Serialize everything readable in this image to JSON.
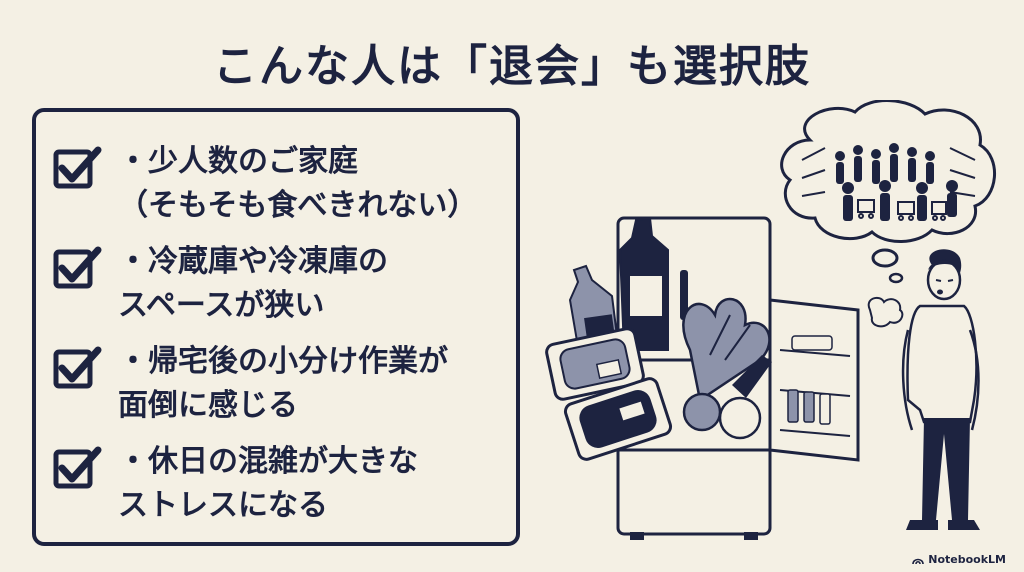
{
  "title": "こんな人は「退会」も選択肢",
  "checklist": [
    {
      "checked": true,
      "lines": [
        "・少人数のご家庭",
        "（そもそも食べきれない）"
      ]
    },
    {
      "checked": true,
      "lines": [
        "・冷蔵庫や冷凍庫の",
        "スペースが狭い"
      ]
    },
    {
      "checked": true,
      "lines": [
        "・帰宅後の小分け作業が",
        "面倒に感じる"
      ]
    },
    {
      "checked": true,
      "lines": [
        "・休日の混雑が大きな",
        "ストレスになる"
      ]
    }
  ],
  "icons": {
    "checkbox": "checkbox-checked-icon",
    "fridge": "refrigerator-icon",
    "person": "person-sighing-icon",
    "thought": "thought-bubble-crowd-icon",
    "logo": "notebooklm-logo-icon"
  },
  "colors": {
    "background": "#f4f0e4",
    "ink": "#1d2340",
    "muted": "#8d93aa"
  },
  "footer": {
    "brand": "NotebookLM"
  }
}
